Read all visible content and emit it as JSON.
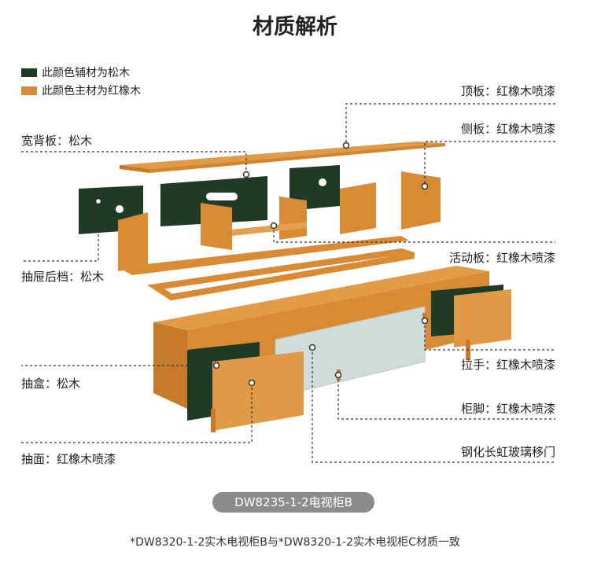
{
  "title": "材质解析",
  "legend": [
    {
      "label": "此颜色辅材为松木",
      "color": "#1f3a25"
    },
    {
      "label": "此颜色主材为红橡木",
      "color": "#d88a34"
    }
  ],
  "callouts_right": {
    "top_board": "顶板：红橡木喷漆",
    "side_board": "侧板：红橡木喷漆",
    "movable_board": "活动板：红橡木喷漆",
    "handle": "拉手：红橡木喷漆",
    "legs": "柜脚：红橡木喷漆",
    "glass_door": "钢化长虹玻璃移门"
  },
  "callouts_left": {
    "back_board": "宽背板：松木",
    "drawer_back": "抽屉后档：松木",
    "drawer_box": "抽盒：松木",
    "drawer_front": "抽面：红橡木喷漆"
  },
  "model_badge": "DW8235-1-2电视柜B",
  "footnote": "*DW8320-1-2实木电视柜B与*DW8320-1-2实木电视柜C材质一致"
}
